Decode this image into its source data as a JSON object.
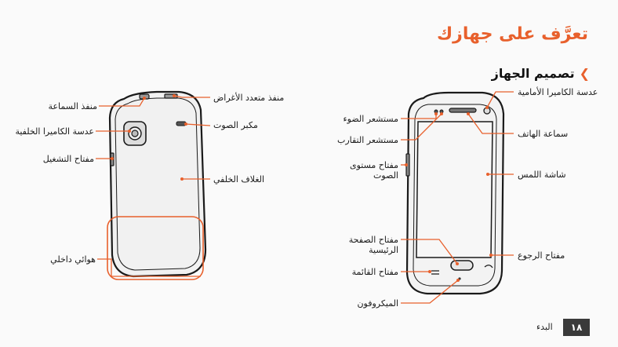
{
  "header": {
    "title": "تعرَّف على جهازك",
    "subtitle": "تصميم الجهاز"
  },
  "colors": {
    "accent": "#e8602c",
    "text": "#1a1a1a"
  },
  "back_view": {
    "labels": {
      "multipurpose_jack": "منفذ متعدد الأغراض",
      "headset_jack": "منفذ السماعة",
      "speaker": "مكبر الصوت",
      "rear_camera_lens": "عدسة الكاميرا الخلفية",
      "power_key": "مفتاح التشغيل",
      "back_cover": "الغلاف الخلفي",
      "internal_antenna": "هوائي داخلي"
    }
  },
  "front_view": {
    "labels": {
      "front_camera_lens": "عدسة الكاميرا الأمامية",
      "light_sensor": "مستشعر الضوء",
      "proximity_sensor": "مستشعر التقارب",
      "earpiece": "سماعة الهاتف",
      "volume_key": "مفتاح مستوى الصوت",
      "touch_screen": "شاشة اللمس",
      "home_key": "مفتاح الصفحة الرئيسية",
      "back_key": "مفتاح الرجوع",
      "menu_key": "مفتاح القائمة",
      "microphone": "الميكروفون"
    }
  },
  "footer": {
    "section": "البدء",
    "page_number": "١٨"
  }
}
